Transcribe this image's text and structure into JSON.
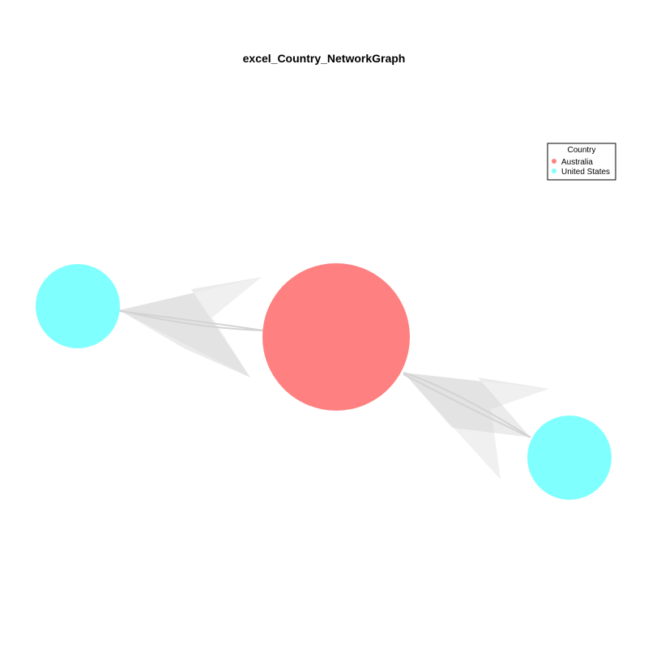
{
  "title": "excel_Country_NetworkGraph",
  "legend": {
    "title": "Country",
    "placement": "top-right",
    "entries": [
      {
        "label": "Australia",
        "color": "#FF8080"
      },
      {
        "label": "United States",
        "color": "#80FFFF"
      }
    ]
  },
  "edge_color": "#D3D3D3",
  "chart_data": {
    "type": "network",
    "title": "excel_Country_NetworkGraph",
    "nodes": [
      {
        "id": "us-left",
        "group": "United States",
        "color": "#80FFFF",
        "size": "small"
      },
      {
        "id": "australia",
        "group": "Australia",
        "color": "#FF8080",
        "size": "large"
      },
      {
        "id": "us-right",
        "group": "United States",
        "color": "#80FFFF",
        "size": "small"
      }
    ],
    "edges": [
      {
        "from": "australia",
        "to": "us-left",
        "curves": 2
      },
      {
        "from": "australia",
        "to": "us-right",
        "curves": 2
      }
    ]
  }
}
